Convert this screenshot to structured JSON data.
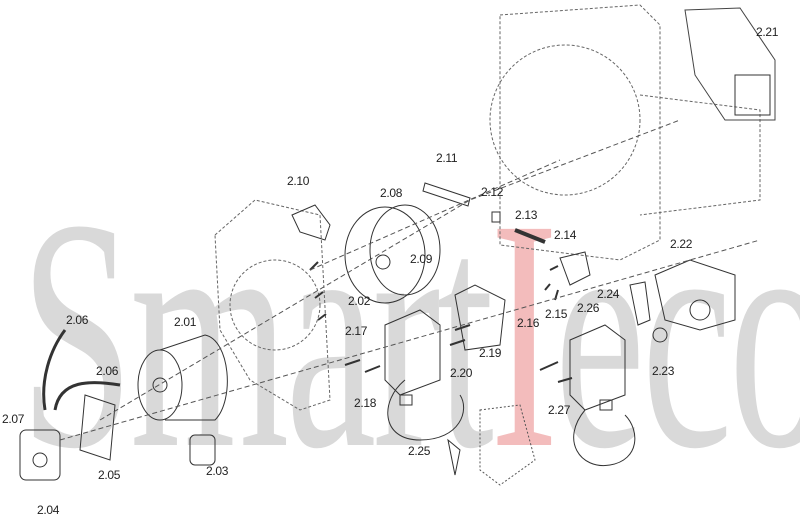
{
  "watermark": {
    "part1": "Smart",
    "part2": "I",
    "part3": "eco"
  },
  "labels": {
    "p2_01": "2.01",
    "p2_02": "2.02",
    "p2_03": "2.03",
    "p2_04": "2.04",
    "p2_05": "2.05",
    "p2_06a": "2.06",
    "p2_06b": "2.06",
    "p2_07": "2.07",
    "p2_08": "2.08",
    "p2_09": "2.09",
    "p2_10": "2.10",
    "p2_11": "2.11",
    "p2_12": "2.12",
    "p2_13": "2.13",
    "p2_14": "2.14",
    "p2_15": "2.15",
    "p2_16": "2.16",
    "p2_17": "2.17",
    "p2_18": "2.18",
    "p2_19": "2.19",
    "p2_20": "2.20",
    "p2_21": "2.21",
    "p2_22": "2.22",
    "p2_23": "2.23",
    "p2_24": "2.24",
    "p2_25": "2.25",
    "p2_26": "2.26",
    "p2_27": "2.27"
  }
}
